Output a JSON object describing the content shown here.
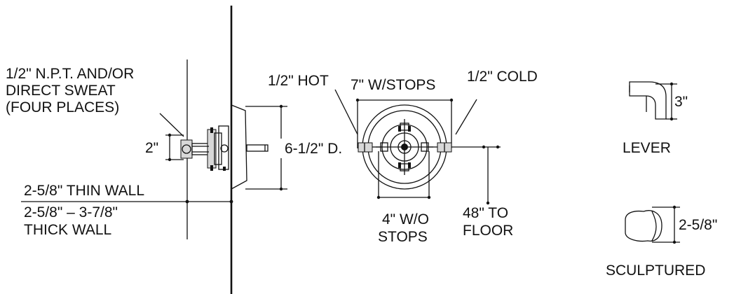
{
  "side_view": {
    "connection_note": [
      "1/2\" N.P.T. AND/OR",
      "DIRECT SWEAT",
      "(FOUR PLACES)"
    ],
    "dim_2in": "2\"",
    "dim_trim_dia": "6-1/2\" D.",
    "thin_wall": "2-5/8\" THIN WALL",
    "thick_wall": [
      "2-5/8\" – 3-7/8\"",
      "THICK WALL"
    ]
  },
  "front_view": {
    "hot_label": "1/2\" HOT",
    "stops_label": "7\" W/STOPS",
    "cold_label": "1/2\" COLD",
    "wo_stops": [
      "4\" W/O",
      "STOPS"
    ],
    "to_floor": [
      "48\" TO",
      "FLOOR"
    ]
  },
  "handles": {
    "lever_label": "LEVER",
    "lever_dim": "3\"",
    "sculptured_label": "SCULPTURED",
    "sculptured_dim": "2-5/8\""
  }
}
